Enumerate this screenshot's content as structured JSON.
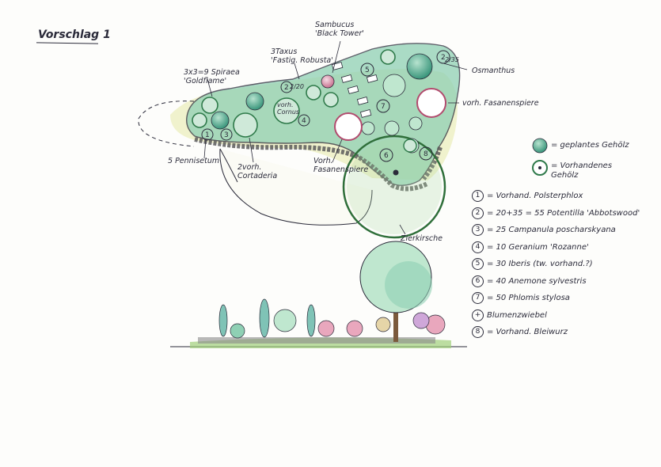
{
  "title": "Vorschlag 1",
  "labels": {
    "spiraea": "3x3=9 Spiraea\n'Goldflame'",
    "taxus": "3Taxus\n'Fastig. Robusta'",
    "sambucus": "Sambucus\n'Black Tower'",
    "osmanthus": "Osmanthus",
    "fasanenspiere_right": "vorh. Fasanenspiere",
    "pennisetum": "5 Pennisetum",
    "cortaderia": "2vorh.\nCortaderia",
    "fasanenspiere_mid": "Vorh.\nFasanenspiere",
    "zierkirsche": "Zierkirsche",
    "cornus": "vorh.\nCornus",
    "count_20": "2/20",
    "count_35": "2/35"
  },
  "legend_symbols": [
    {
      "text": "= geplantes Gehölz",
      "icon": "planned-shrub-icon"
    },
    {
      "text": "= Vorhandenes\nGehölz",
      "icon": "existing-shrub-icon"
    }
  ],
  "legend": [
    {
      "num": "1",
      "text": "= Vorhand. Polsterphlox"
    },
    {
      "num": "2",
      "text": "= 20+35 = 55 Potentilla 'Abbotswood'"
    },
    {
      "num": "3",
      "text": "= 25 Campanula poscharskyana"
    },
    {
      "num": "4",
      "text": "= 10 Geranium 'Rozanne'"
    },
    {
      "num": "5",
      "text": "= 30 Iberis (tw. vorhand.?)"
    },
    {
      "num": "6",
      "text": "= 40 Anemone sylvestris"
    },
    {
      "num": "7",
      "text": "= 50 Phlomis stylosa"
    },
    {
      "num": "+",
      "text": "Blumenzwiebel"
    },
    {
      "num": "8",
      "text": "= Vorhand. Bleiwurz"
    }
  ],
  "colors": {
    "bed_green": "#8fd0b4",
    "lawn_yellow": "#e6e9a8",
    "planned_shrub": "#3c9a7e",
    "existing_ring": "#2f7a4a",
    "pink": "#d98fa6",
    "ink": "#2b2b3a"
  }
}
